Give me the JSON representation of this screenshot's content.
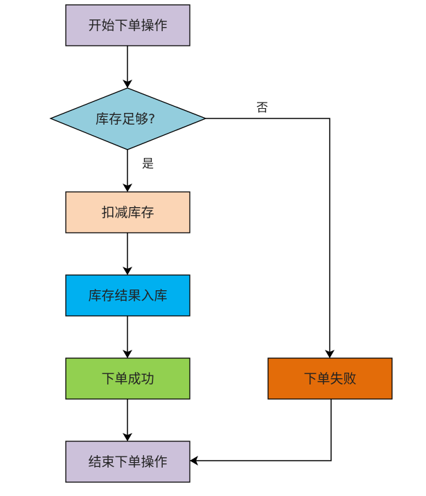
{
  "diagram": {
    "type": "flowchart",
    "nodes": {
      "start": {
        "label": "开始下单操作",
        "shape": "rect",
        "color": "#CCC1DA"
      },
      "check": {
        "label": "库存足够?",
        "shape": "diamond",
        "color": "#93CDDD"
      },
      "deduct": {
        "label": "扣减库存",
        "shape": "rect",
        "color": "#FBD5B5"
      },
      "persist": {
        "label": "库存结果入库",
        "shape": "rect",
        "color": "#00B0F0"
      },
      "success": {
        "label": "下单成功",
        "shape": "rect",
        "color": "#92D050"
      },
      "fail": {
        "label": "下单失败",
        "shape": "rect",
        "color": "#E36C09"
      },
      "end": {
        "label": "结束下单操作",
        "shape": "rect",
        "color": "#CCC1DA"
      }
    },
    "edges": [
      {
        "from": "start",
        "to": "check",
        "label": ""
      },
      {
        "from": "check",
        "to": "deduct",
        "label": "是"
      },
      {
        "from": "check",
        "to": "fail",
        "label": "否"
      },
      {
        "from": "deduct",
        "to": "persist",
        "label": ""
      },
      {
        "from": "persist",
        "to": "success",
        "label": ""
      },
      {
        "from": "success",
        "to": "end",
        "label": ""
      },
      {
        "from": "fail",
        "to": "end",
        "label": ""
      }
    ]
  }
}
